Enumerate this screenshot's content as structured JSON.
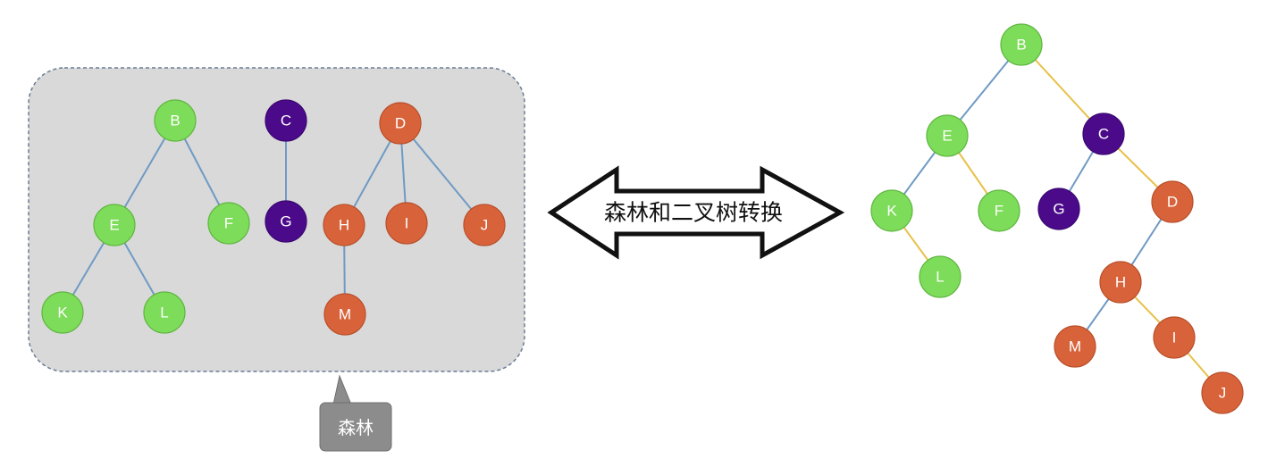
{
  "colors": {
    "green_node": "#7ddc5a",
    "purple_node": "#4b0a8a",
    "orange_node": "#d8633a",
    "blue_edge": "#6f9ac4",
    "yellow_edge": "#e8c14a",
    "forest_bg": "#d9d9d9",
    "callout_bg": "#8c8c8c"
  },
  "center_arrow": {
    "label": "森林和二叉树转换"
  },
  "forest_callout": {
    "label": "森林"
  },
  "forest": {
    "nodes": [
      {
        "id": "B",
        "label": "B",
        "color": "green"
      },
      {
        "id": "E",
        "label": "E",
        "color": "green"
      },
      {
        "id": "F",
        "label": "F",
        "color": "green"
      },
      {
        "id": "K",
        "label": "K",
        "color": "green"
      },
      {
        "id": "L",
        "label": "L",
        "color": "green"
      },
      {
        "id": "C",
        "label": "C",
        "color": "purple"
      },
      {
        "id": "G",
        "label": "G",
        "color": "purple"
      },
      {
        "id": "D",
        "label": "D",
        "color": "orange"
      },
      {
        "id": "H",
        "label": "H",
        "color": "orange"
      },
      {
        "id": "I",
        "label": "I",
        "color": "orange"
      },
      {
        "id": "J",
        "label": "J",
        "color": "orange"
      },
      {
        "id": "M",
        "label": "M",
        "color": "orange"
      }
    ],
    "edges": [
      {
        "from": "B",
        "to": "E",
        "kind": "blue"
      },
      {
        "from": "B",
        "to": "F",
        "kind": "blue"
      },
      {
        "from": "E",
        "to": "K",
        "kind": "blue"
      },
      {
        "from": "E",
        "to": "L",
        "kind": "blue"
      },
      {
        "from": "C",
        "to": "G",
        "kind": "blue"
      },
      {
        "from": "D",
        "to": "H",
        "kind": "blue"
      },
      {
        "from": "D",
        "to": "I",
        "kind": "blue"
      },
      {
        "from": "D",
        "to": "J",
        "kind": "blue"
      },
      {
        "from": "H",
        "to": "M",
        "kind": "blue"
      }
    ]
  },
  "binary_tree": {
    "nodes": [
      {
        "id": "B",
        "label": "B",
        "color": "green"
      },
      {
        "id": "E",
        "label": "E",
        "color": "green"
      },
      {
        "id": "C",
        "label": "C",
        "color": "purple"
      },
      {
        "id": "K",
        "label": "K",
        "color": "green"
      },
      {
        "id": "F",
        "label": "F",
        "color": "green"
      },
      {
        "id": "G",
        "label": "G",
        "color": "purple"
      },
      {
        "id": "D",
        "label": "D",
        "color": "orange"
      },
      {
        "id": "L",
        "label": "L",
        "color": "green"
      },
      {
        "id": "H",
        "label": "H",
        "color": "orange"
      },
      {
        "id": "M",
        "label": "M",
        "color": "orange"
      },
      {
        "id": "I",
        "label": "I",
        "color": "orange"
      },
      {
        "id": "J",
        "label": "J",
        "color": "orange"
      }
    ],
    "edges": [
      {
        "from": "B",
        "to": "E",
        "kind": "blue"
      },
      {
        "from": "B",
        "to": "C",
        "kind": "yellow"
      },
      {
        "from": "E",
        "to": "K",
        "kind": "blue"
      },
      {
        "from": "E",
        "to": "F",
        "kind": "yellow"
      },
      {
        "from": "K",
        "to": "L",
        "kind": "yellow"
      },
      {
        "from": "C",
        "to": "G",
        "kind": "blue"
      },
      {
        "from": "C",
        "to": "D",
        "kind": "yellow"
      },
      {
        "from": "D",
        "to": "H",
        "kind": "blue"
      },
      {
        "from": "H",
        "to": "M",
        "kind": "blue"
      },
      {
        "from": "H",
        "to": "I",
        "kind": "yellow"
      },
      {
        "from": "I",
        "to": "J",
        "kind": "yellow"
      }
    ]
  }
}
